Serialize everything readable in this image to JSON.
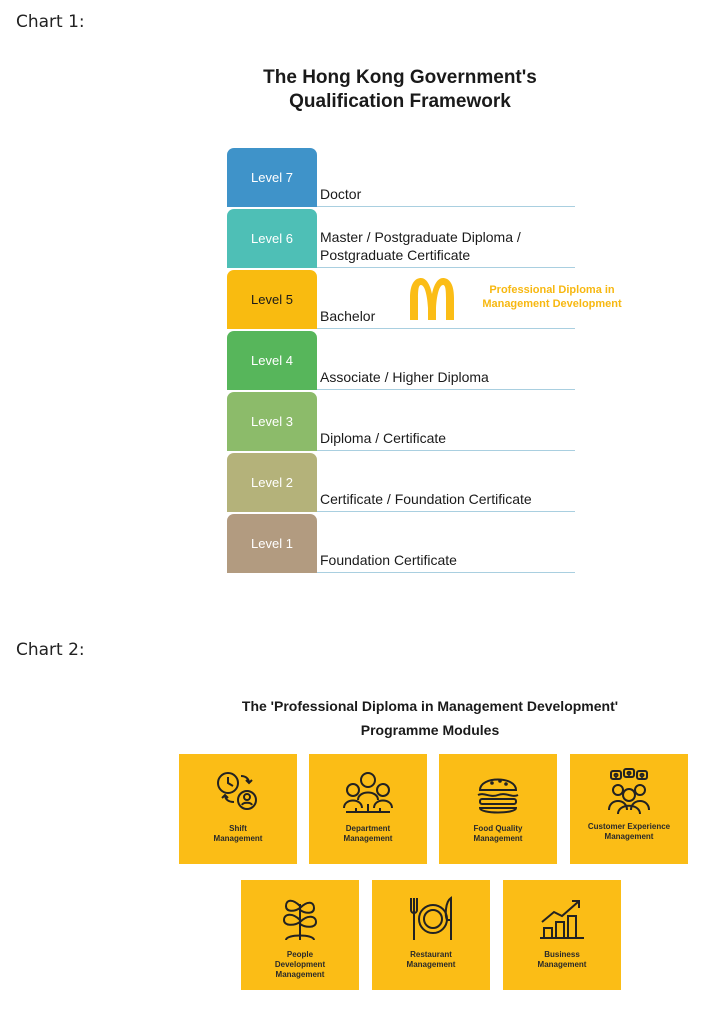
{
  "chart1_caption": "Chart 1:",
  "chart2_caption": "Chart 2:",
  "framework": {
    "title_line1": "The Hong Kong Government's",
    "title_line2": "Qualification Framework",
    "levels": [
      {
        "label": "Level 7",
        "desc": "Doctor",
        "color": "#3f93c9"
      },
      {
        "label": "Level 6",
        "desc": "Master / Postgraduate Diploma / Postgraduate Certificate",
        "color": "#4ebfb6"
      },
      {
        "label": "Level 5",
        "desc": "Bachelor",
        "color": "#f9bb10"
      },
      {
        "label": "Level 4",
        "desc": "Associate / Higher Diploma",
        "color": "#57b65b"
      },
      {
        "label": "Level 3",
        "desc": "Diploma / Certificate",
        "color": "#8cbb6a"
      },
      {
        "label": "Level 2",
        "desc": "Certificate / Foundation Certificate",
        "color": "#b4b27a"
      },
      {
        "label": "Level 1",
        "desc": "Foundation Certificate",
        "color": "#b29b80"
      }
    ],
    "highlight_line1": "Professional Diploma in",
    "highlight_line2": "Management Development",
    "highlight_color": "#f7b811"
  },
  "programme": {
    "title_line1": "The 'Professional Diploma in Management Development'",
    "title_line2": "Programme Modules",
    "module_color": "#fbbd16",
    "modules": [
      {
        "icon": "clock-person-icon",
        "line1": "Shift",
        "line2": "Management",
        "line3": ""
      },
      {
        "icon": "team-icon",
        "line1": "Department",
        "line2": "Management",
        "line3": ""
      },
      {
        "icon": "burger-icon",
        "line1": "Food Quality",
        "line2": "Management",
        "line3": ""
      },
      {
        "icon": "customers-hearts-icon",
        "line1": "Customer Experience",
        "line2": "Management",
        "line3": ""
      },
      {
        "icon": "plant-icon",
        "line1": "People",
        "line2": "Development",
        "line3": "Management"
      },
      {
        "icon": "plate-cutlery-icon",
        "line1": "Restaurant",
        "line2": "Management",
        "line3": ""
      },
      {
        "icon": "growth-chart-icon",
        "line1": "Business",
        "line2": "Management",
        "line3": ""
      }
    ]
  }
}
